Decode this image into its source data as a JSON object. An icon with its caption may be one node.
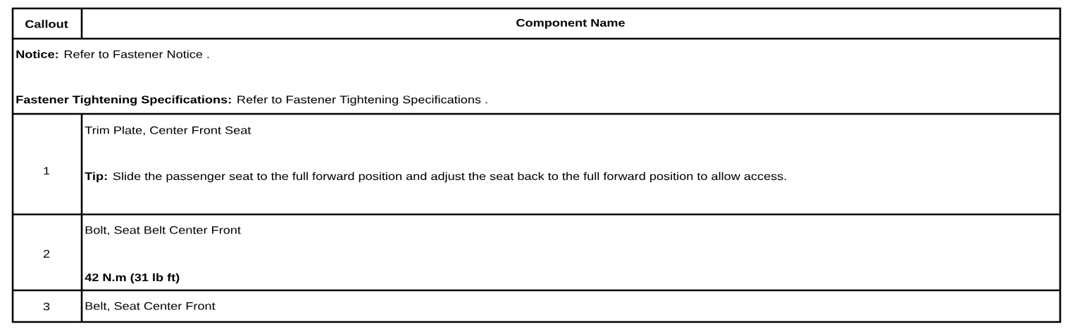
{
  "diagram": {
    "labels": [
      "Callout",
      "Component Name",
      "**Notice:** Refer to Fastener Notice .",
      "**Fastener Tightening Specifications:** Refer to Fastener Tightening Specifications .",
      "1",
      "Trim Plate, Center Front Seat",
      "**Tip:** Slide the passenger seat to the full forward position and adjust the seat back to the full forward position to allow access.",
      "2",
      "Bolt, Seat Belt Center Front",
      "42 N.m (31 lb ft)",
      "3",
      "Belt, Seat Center Front"
    ]
  }
}
